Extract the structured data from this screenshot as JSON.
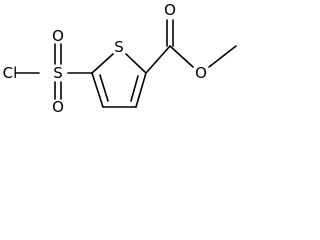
{
  "molecule": {
    "atoms": {
      "cl": "Cl",
      "s_sulfonyl": "S",
      "o_sulfonyl_top": "O",
      "o_sulfonyl_bottom": "O",
      "s_ring": "S",
      "o_carbonyl": "O",
      "o_ester": "O"
    },
    "bond_color": "#000000",
    "label_color": "#000000"
  }
}
